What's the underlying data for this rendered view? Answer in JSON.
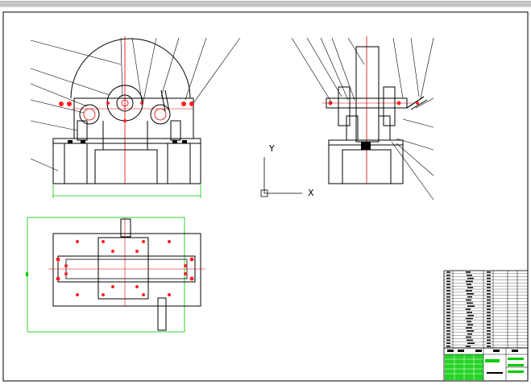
{
  "drawing": {
    "colors": {
      "paper": "#ffffff",
      "line": "#000000",
      "centerline": "#e00000",
      "dimension": "#00cc00",
      "fastener": "#ff2020",
      "strip": "#555555"
    }
  },
  "axes_icon": {
    "y_label": "Y",
    "x_label": "X"
  },
  "views": [
    {
      "name": "front-view"
    },
    {
      "name": "side-view"
    },
    {
      "name": "top-view"
    }
  ],
  "bom_table": {
    "row_count": 25
  },
  "title_block": {}
}
